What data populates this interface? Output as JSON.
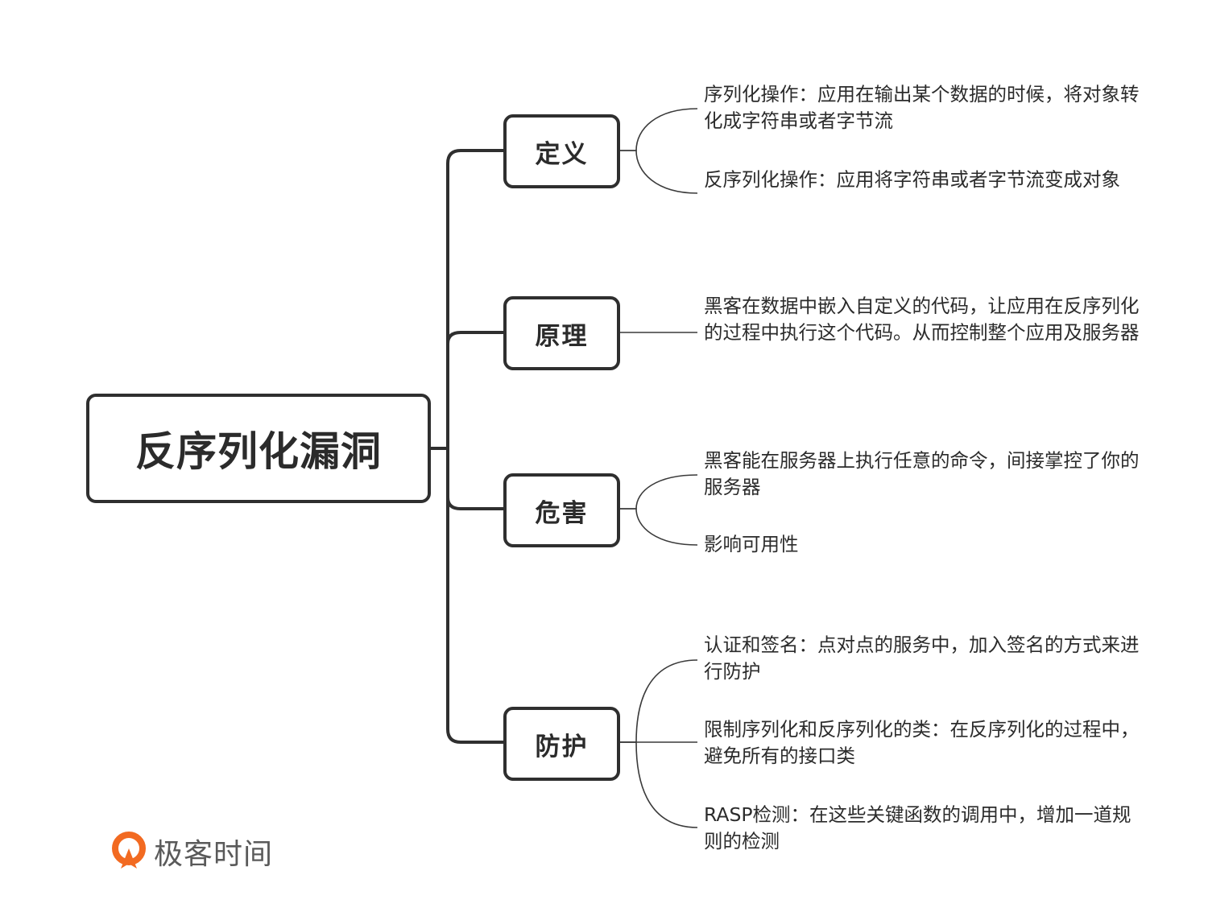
{
  "root": {
    "label": "反序列化漏洞"
  },
  "branches": [
    {
      "label": "定义",
      "leaves": [
        "序列化操作：应用在输出某个数据的时候，将对象转化成字符串或者字节流",
        "反序列化操作：应用将字符串或者字节流变成对象"
      ]
    },
    {
      "label": "原理",
      "leaves": [
        "黑客在数据中嵌入自定义的代码，让应用在反序列化的过程中执行这个代码。从而控制整个应用及服务器"
      ]
    },
    {
      "label": "危害",
      "leaves": [
        "黑客能在服务器上执行任意的命令，间接掌控了你的服务器",
        "影响可用性"
      ]
    },
    {
      "label": "防护",
      "leaves": [
        "认证和签名：点对点的服务中，加入签名的方式来进行防护",
        "限制序列化和反序列化的类：在反序列化的过程中，避免所有的接口类",
        "RASP检测：在这些关键函数的调用中，增加一道规则的检测"
      ]
    }
  ],
  "logo": {
    "text": "极客时间",
    "icon": "geektime-logo-icon",
    "color": "#f26a21"
  }
}
